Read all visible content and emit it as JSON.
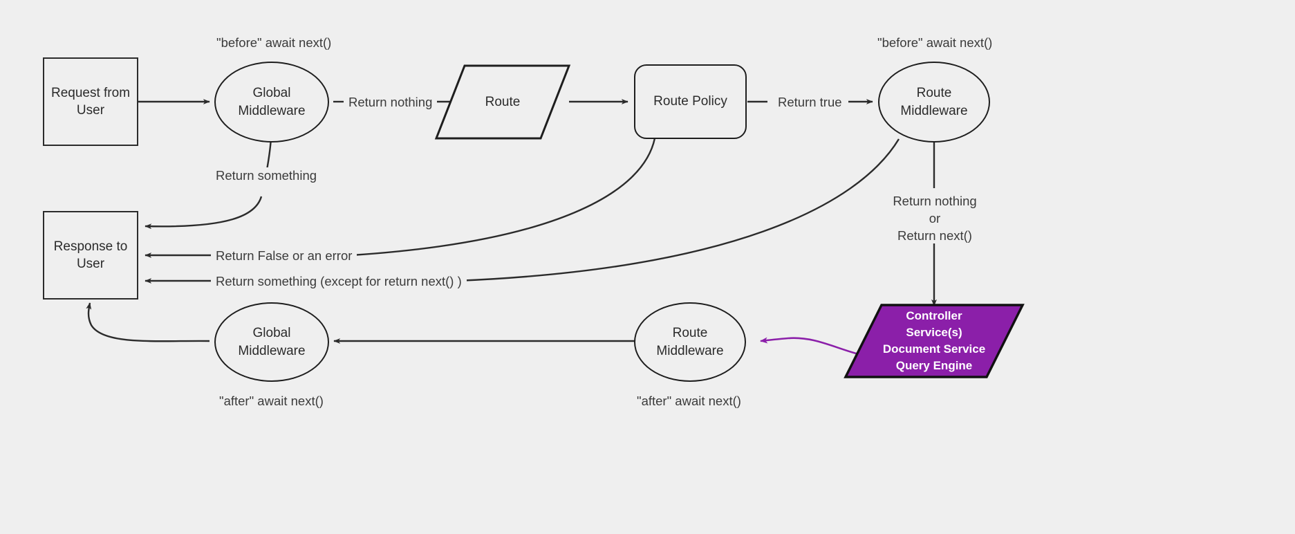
{
  "diagram": {
    "title": "Middleware request/response lifecycle flowchart",
    "background_color": "#efefef",
    "stroke_color": "#1e1e1e",
    "text_color": "#3b3b3b",
    "accent_color": "#8b1fa9",
    "accent_text_color": "#ffffff"
  },
  "nodes": {
    "request_from_user": "Request from\nUser",
    "request_from_user_line1": "Request from",
    "request_from_user_line2": "User",
    "global_middleware_top_line1": "Global",
    "global_middleware_top_line2": "Middleware",
    "route_line1": "Route",
    "route_policy_line1": "Route Policy",
    "route_middleware_top_line1": "Route",
    "route_middleware_top_line2": "Middleware",
    "response_to_user_line1": "Response to",
    "response_to_user_line2": "User",
    "global_middleware_bottom_line1": "Global",
    "global_middleware_bottom_line2": "Middleware",
    "route_middleware_bottom_line1": "Route",
    "route_middleware_bottom_line2": "Middleware",
    "controller_line1": "Controller",
    "controller_line2": "Service(s)",
    "controller_line3": "Document Service",
    "controller_line4": "Query Engine"
  },
  "captions": {
    "before_await_next_left": "\"before\" await next()",
    "before_await_next_right": "\"before\" await next()",
    "after_await_next_left": "\"after\" await next()",
    "after_await_next_right": "\"after\" await next()"
  },
  "edge_labels": {
    "return_nothing": "Return nothing",
    "return_true": "Return true",
    "return_something_top": "Return something",
    "return_false_or_error": "Return False or an error",
    "return_something_except": "Return something (except for return next() )",
    "return_nothing_or_next_line1": "Return nothing",
    "return_nothing_or_next_line2": "or",
    "return_nothing_or_next_line3": "Return next()"
  }
}
